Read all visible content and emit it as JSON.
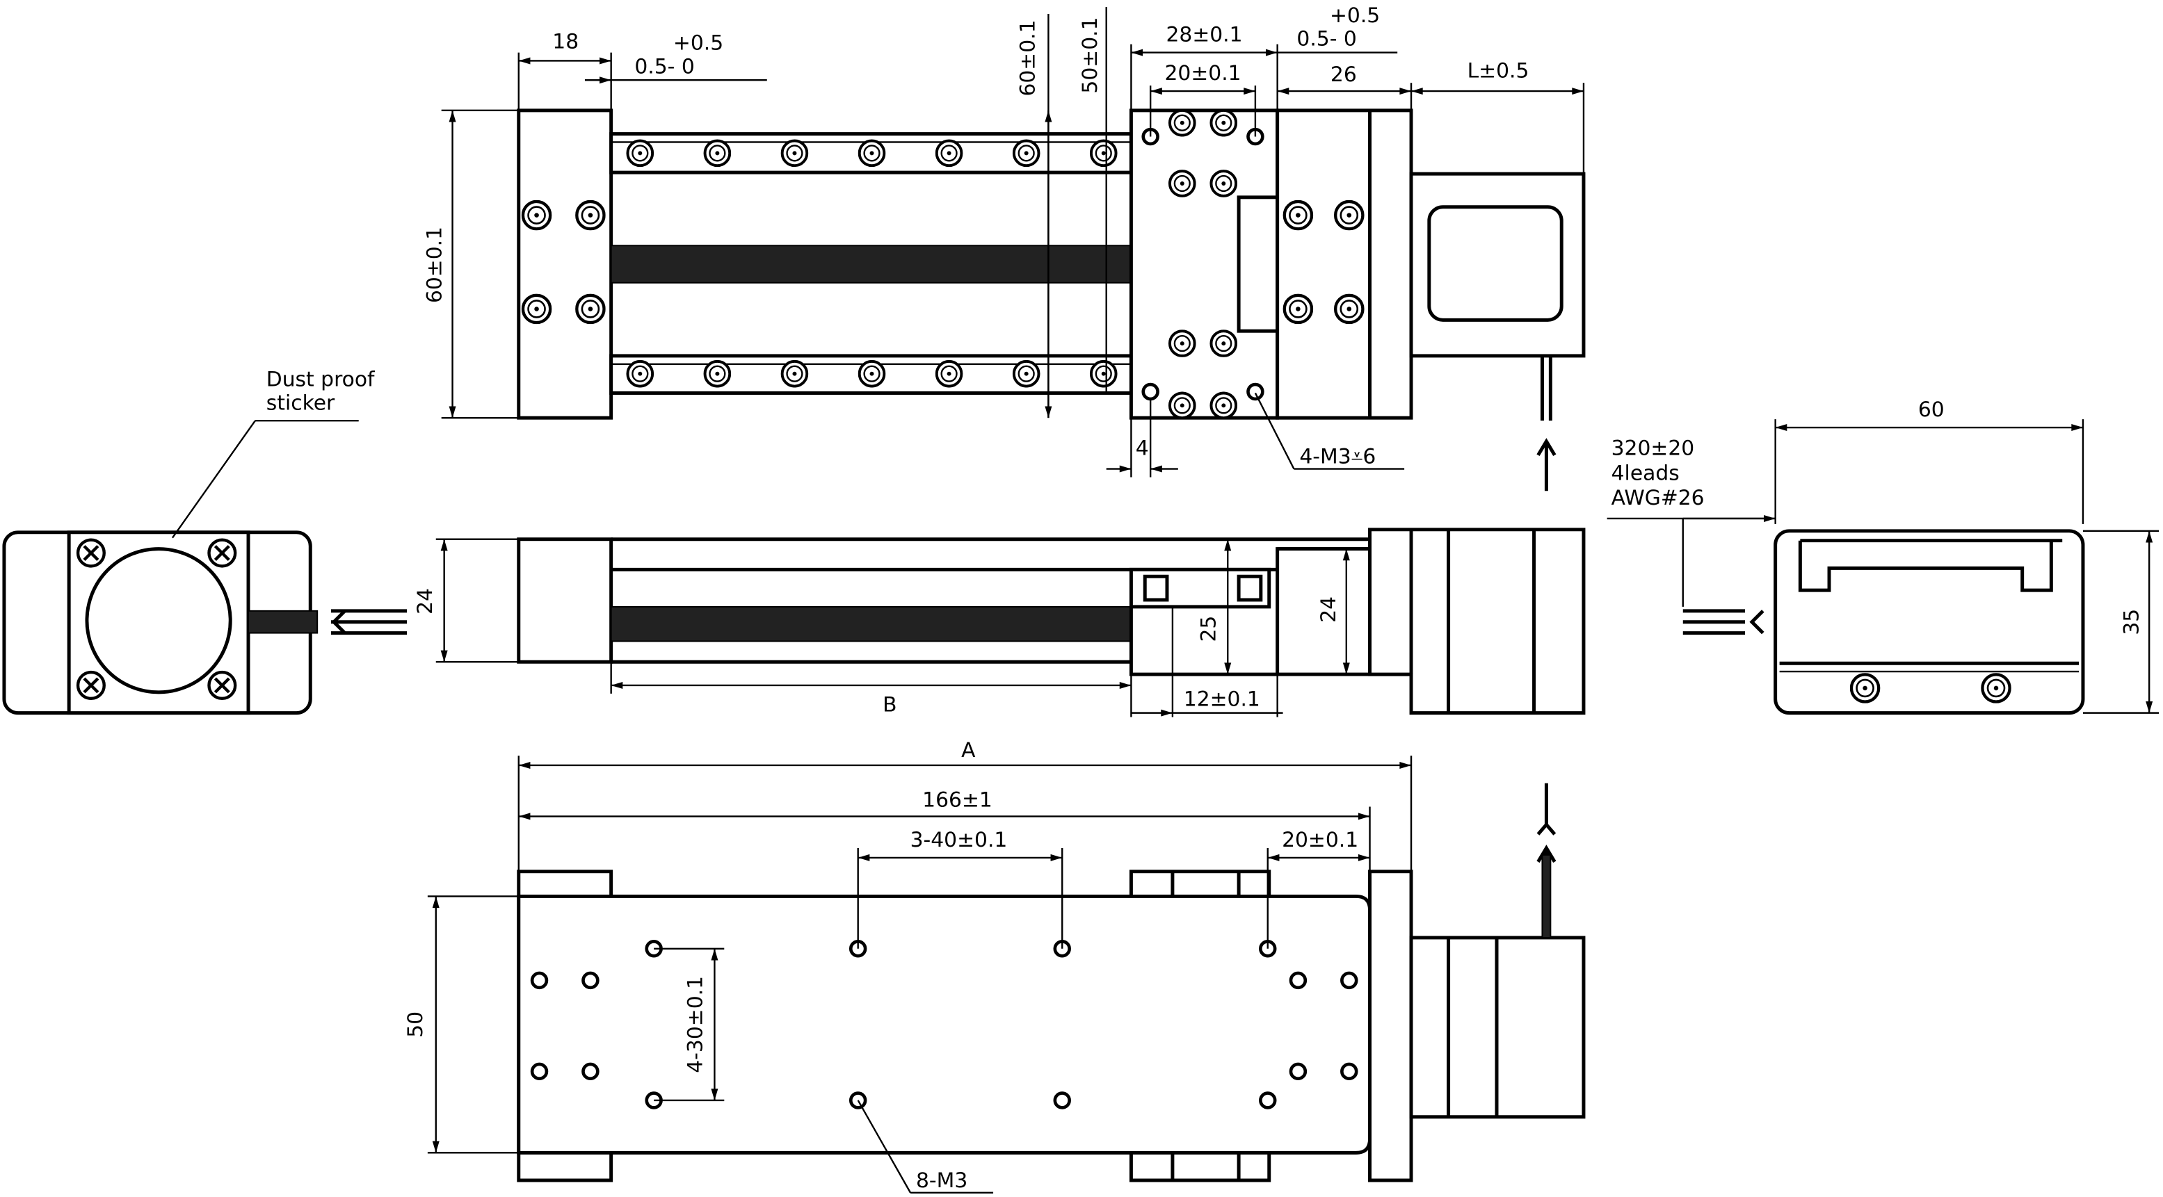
{
  "drawing": {
    "colors": {
      "line": "#000000",
      "background": "#ffffff"
    },
    "top_view": {
      "dim_18": "18",
      "tol_upper_left": "+0.5",
      "tol_lower_left": "0.5- 0",
      "dim_60_height": "60±0.1",
      "dim_60_rail": "60±0.1",
      "dim_50_rail": "50±0.1",
      "dim_28": "28±0.1",
      "dim_20": "20±0.1",
      "tol_upper_right": "+0.5",
      "tol_lower_right": "0.5- 0",
      "dim_26": "26",
      "dim_L": "L±0.5",
      "dim_4": "4",
      "hole_callout": "4-M3⩡6"
    },
    "left_end_view": {
      "label_line1": "Dust proof",
      "label_line2": "sticker"
    },
    "side_view": {
      "dim_24_left": "24",
      "dim_25": "25",
      "dim_24_right": "24",
      "dim_B": "B",
      "dim_12": "12±0.1"
    },
    "cable": {
      "line1": "320±20",
      "line2": "4leads",
      "line3": "AWG#26"
    },
    "right_end_view": {
      "dim_60": "60",
      "dim_35": "35"
    },
    "bottom_view": {
      "dim_A": "A",
      "dim_166": "166±1",
      "dim_3_40": "3-40±0.1",
      "dim_20": "20±0.1",
      "dim_50": "50",
      "dim_4_30": "4-30±0.1",
      "hole_callout": "8-M3"
    }
  }
}
